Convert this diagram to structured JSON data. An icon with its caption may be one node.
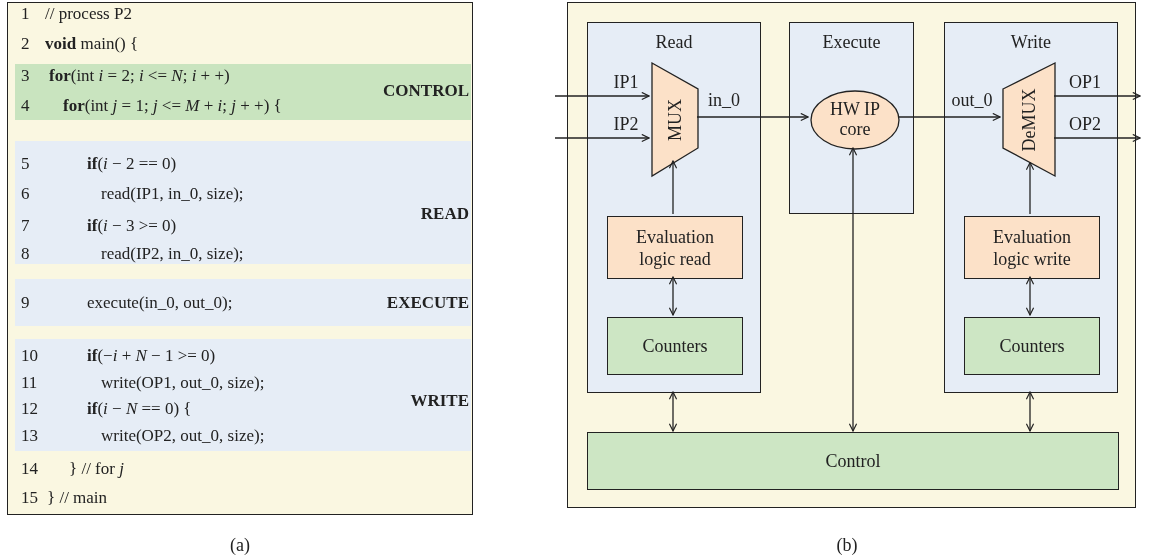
{
  "diagram": {
    "nodes": [
      {
        "text": [
          "1 // process P2",
          "2 **void** main() {",
          "14 } // for *j*",
          "15 } // main"
        ]
      },
      {
        "text": [
          "3 **for**(int *i* = 2; *i* <= *N*; *i* + +)",
          "4 **for**(int *j* = 1; *j* <= *M* + *i*; *j* + +) {",
          "CONTROL"
        ],
        "in": 0
      },
      {
        "text": [
          "5 **if**(*i* − 2 == 0)",
          "6 read(IP1, in_0, size);",
          "7 **if**(*i* − 3 >= 0)",
          "8 read(IP2, in_0, size);",
          "READ"
        ],
        "in": 0
      },
      {
        "text": [
          "9 execute(in_0, out_0);",
          "EXECUTE"
        ],
        "in": 0
      },
      {
        "text": [
          "10 **if**(−*i* + *N* − 1 >= 0)",
          "11 write(OP1, out_0, size);",
          "12 **if**(*i* − *N* == 0) {",
          "13 write(OP2, out_0, size);",
          "WRITE"
        ],
        "in": 0
      },
      {
        "text": [],
        "shape": "box"
      },
      {
        "text": [
          "Read"
        ],
        "in": 5
      },
      {
        "text": [
          "MUX"
        ],
        "in": 6
      },
      {
        "text": [
          "Evaluation logic read"
        ],
        "in": 6
      },
      {
        "text": [
          "Counters"
        ],
        "in": 6
      },
      {
        "text": [
          "Execute"
        ],
        "in": 5
      },
      {
        "text": [
          "HW IP core"
        ],
        "in": 10
      },
      {
        "text": [
          "Write"
        ],
        "in": 5
      },
      {
        "text": [
          "DeMUX"
        ],
        "in": 12
      },
      {
        "text": [
          "Evaluation logic write"
        ],
        "in": 12
      },
      {
        "text": [
          "Counters"
        ],
        "in": 12
      },
      {
        "text": [
          "Control"
        ],
        "in": 5
      }
    ],
    "edges": [
      {
        "from": null,
        "to": 7,
        "arrow": "to",
        "label": "IP1"
      },
      {
        "from": null,
        "to": 7,
        "arrow": "to",
        "label": "IP2"
      },
      {
        "from": 7,
        "to": 11,
        "arrow": "to",
        "label": "in_0"
      },
      {
        "from": 11,
        "to": 13,
        "arrow": "to",
        "label": "out_0"
      },
      {
        "from": 13,
        "to": null,
        "arrow": "to",
        "label": "OP1"
      },
      {
        "from": 13,
        "to": null,
        "arrow": "to",
        "label": "OP2"
      },
      {
        "from": 8,
        "to": 7,
        "arrow": "to"
      },
      {
        "from": 8,
        "to": 9,
        "arrow": "both"
      },
      {
        "from": 11,
        "to": 16,
        "arrow": "both"
      },
      {
        "from": 6,
        "to": 16,
        "arrow": "both"
      },
      {
        "from": 14,
        "to": 13,
        "arrow": "to"
      },
      {
        "from": 14,
        "to": 15,
        "arrow": "both"
      },
      {
        "from": 12,
        "to": 16,
        "arrow": "both"
      }
    ],
    "labels": [
      "(a)",
      "(b)"
    ]
  }
}
